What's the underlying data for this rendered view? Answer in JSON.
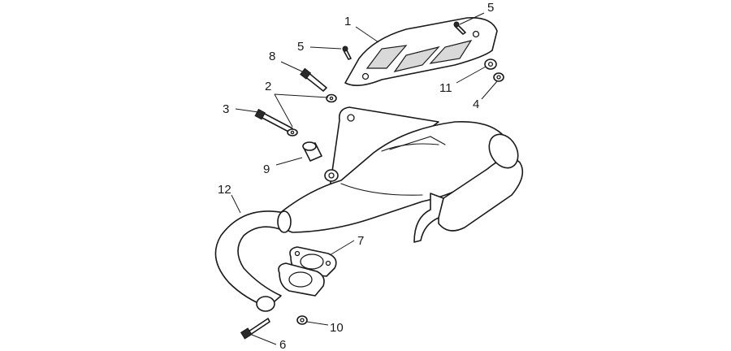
{
  "callouts": [
    {
      "id": "c1",
      "label": "1"
    },
    {
      "id": "c2",
      "label": "2"
    },
    {
      "id": "c3",
      "label": "3"
    },
    {
      "id": "c4",
      "label": "4"
    },
    {
      "id": "c5a",
      "label": "5"
    },
    {
      "id": "c5b",
      "label": "5"
    },
    {
      "id": "c6",
      "label": "6"
    },
    {
      "id": "c7",
      "label": "7"
    },
    {
      "id": "c8",
      "label": "8"
    },
    {
      "id": "c9",
      "label": "9"
    },
    {
      "id": "c10",
      "label": "10"
    },
    {
      "id": "c11",
      "label": "11"
    },
    {
      "id": "c12",
      "label": "12"
    }
  ]
}
